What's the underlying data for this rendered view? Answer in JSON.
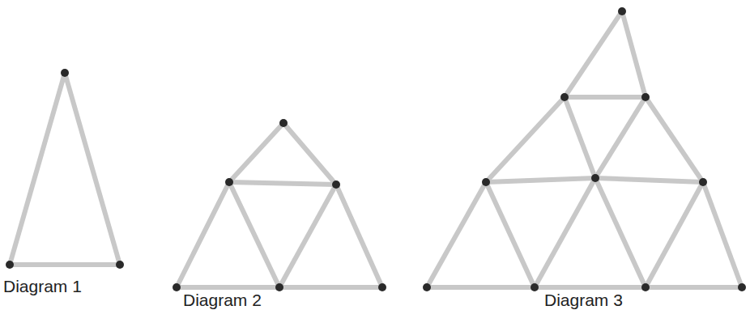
{
  "diagram": {
    "labels": [
      "Diagram 1",
      "Diagram 2",
      "Diagram 3"
    ]
  }
}
